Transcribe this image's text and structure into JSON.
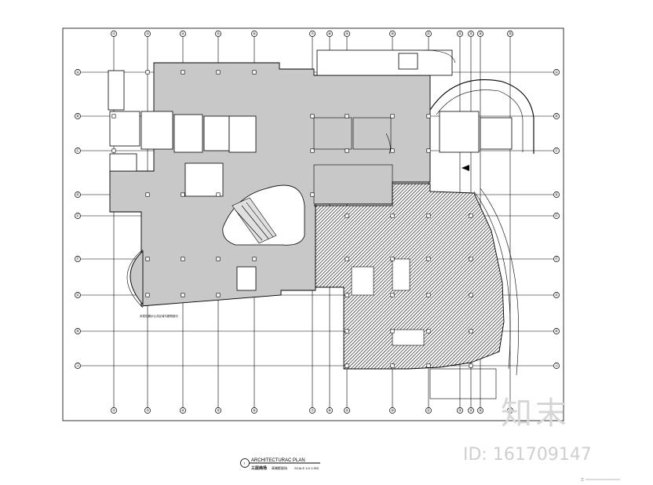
{
  "drawing": {
    "title_block": {
      "number": "1",
      "title": "ARCHITECTURAC PLAN",
      "subtitle": "三层商场",
      "subtitle_note": "高端影剧场",
      "scale_label": "SCALE 1/4",
      "scale": "1:300"
    },
    "note": "本层仅展示公共区域与剧院部分",
    "corner_mark": "三"
  },
  "watermark": {
    "logo": "知末",
    "id": "ID: 161709147"
  },
  "grid": {
    "columns": [
      "②",
      "③",
      "④",
      "⑤",
      "⑥",
      "⑦",
      "⑧",
      "⑨",
      "⑩",
      "⑪",
      "⑫",
      "⑬",
      "⑭",
      "⑮"
    ],
    "rows": [
      "Ⓐ",
      "Ⓑ",
      "Ⓒ",
      "Ⓓ",
      "Ⓔ",
      "Ⓕ",
      "Ⓖ",
      "Ⓗ",
      "Ⓙ",
      "Ⓚ"
    ]
  }
}
